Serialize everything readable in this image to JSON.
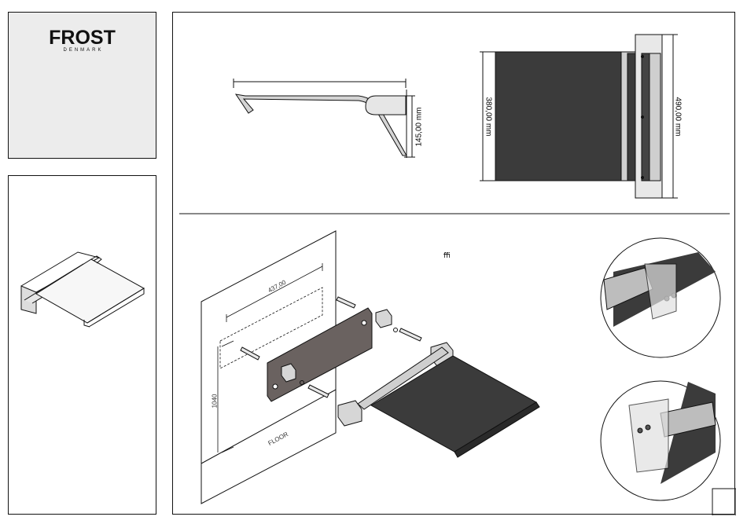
{
  "brand": {
    "name": "FROST",
    "sub": "DENMARK"
  },
  "drawing": {
    "side_depth": "145,00 mm",
    "seat_width": "380,00 mm",
    "rail_width": "490,00 mm",
    "mount_width": "437,00",
    "mount_height": "1040",
    "floor_label": "FLOOR",
    "stray_glyph": "ﬃ"
  },
  "colors": {
    "seat": "#3b3b3b",
    "plate": "#6a6260",
    "metal": "#cfcfcf",
    "outline": "#111111"
  }
}
